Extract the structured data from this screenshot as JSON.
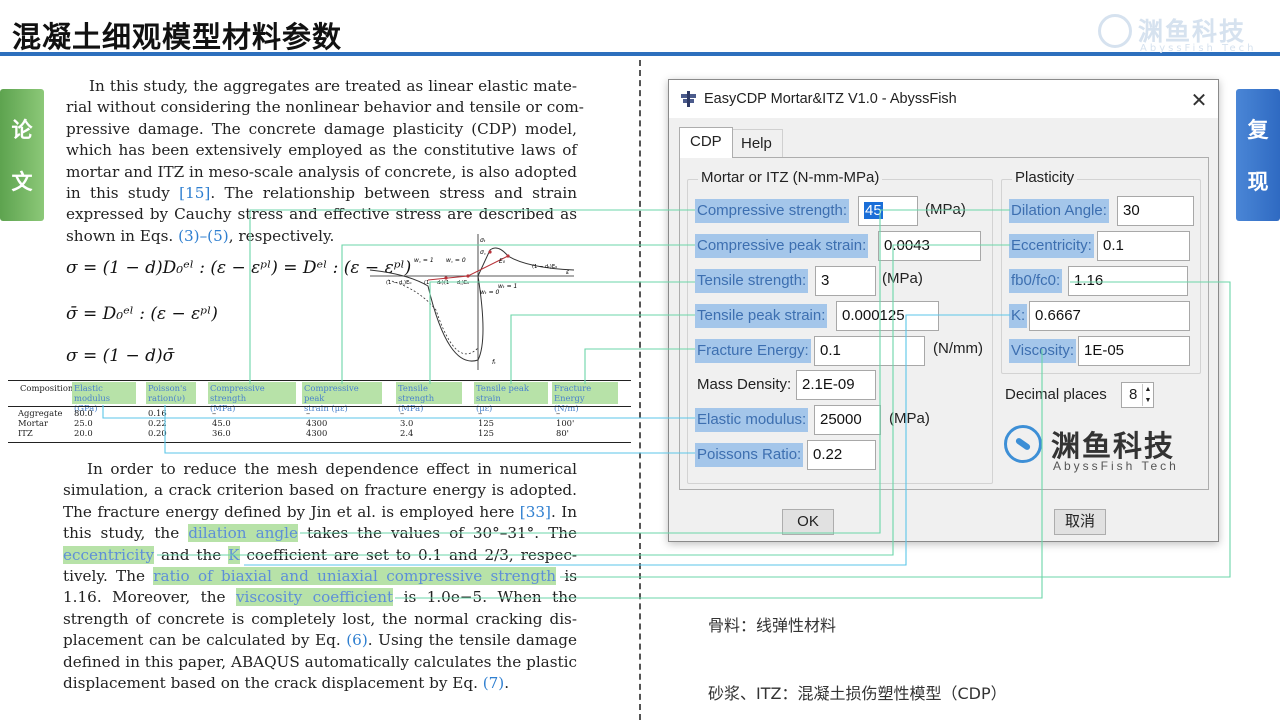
{
  "header": {
    "title": "混凝土细观模型材料参数",
    "brand_name": "渊鱼科技",
    "brand_sub": "AbyssFish Tech"
  },
  "side_tabs": {
    "left": [
      "论",
      "文"
    ],
    "right": [
      "复",
      "现"
    ]
  },
  "paper": {
    "para1": [
      "In this study, the aggregates are treated as linear elastic mate-",
      "rial without considering the nonlinear behavior and tensile or com-",
      "pressive damage. The concrete damage plasticity (CDP) model,",
      "which has been extensively employed as the constitutive laws of",
      "mortar and ITZ in meso-scale analysis of concrete, is also adopted",
      [
        "in this study ",
        "[15]",
        ". The relationship between stress and strain"
      ],
      "expressed by Cauchy stress and effective stress are described as",
      [
        "shown in Eqs. ",
        "(3)–(5)",
        ", respectively."
      ]
    ],
    "eq1": "σ = (1 − d)D₀ᵉˡ : (ε − εᵖˡ) = Dᵉˡ : (ε − εᵖˡ)",
    "eq2": "σ̄ = D₀ᵉˡ : (ε − εᵖˡ)",
    "eq3": "σ = (1 − d)σ̄",
    "para2": {
      "l1": "In order to reduce the mesh dependence effect in numerical",
      "l2": "simulation, a crack criterion based on fracture energy is adopted.",
      "l3a": "The fracture energy defined by Jin et al. is employed here ",
      "l3b": "[33]",
      "l3c": ". In",
      "l4a": "this study, the ",
      "l4b": "dilation angle",
      "l4c": " takes the values of 30°–31°. The",
      "l5a": "eccentricity",
      "l5b": " and the ",
      "l5c": "K",
      "l5d": " coefficient are set to 0.1 and 2/3, respec-",
      "l6a": "tively. The ",
      "l6b": "ratio of biaxial and uniaxial compressive strength",
      "l6c": " is",
      "l7a": "1.16. Moreover, the ",
      "l7b": "viscosity coefficient",
      "l7c": " is 1.0e−5. When the",
      "l8": "strength of concrete is completely lost, the normal cracking dis-",
      "l9a": "placement can be calculated by Eq. ",
      "l9b": "(6)",
      "l9c": ". Using the tensile damage",
      "l10": "defined in this paper, ABAQUS automatically calculates the plastic",
      "l11a": "displacement based on the crack displacement by Eq. ",
      "l11b": "(7)",
      "l11c": "."
    },
    "figure": {
      "wc1": "w꜀ = 1",
      "wc0": "w꜀ = 0",
      "wt0": "wₜ = 0",
      "wt1": "wₜ = 1",
      "e0": "E₀",
      "sigma_t": "σₜ",
      "sigma_c": "σ꜀",
      "eps": "ε",
      "f_t": "fₜ",
      "lbl_a": "(1 − d꜀)E₀",
      "lbl_b": "(1 − dₜ)(1 − d꜀)E₀",
      "lbl_c": "(1 − dₜ)E₀"
    }
  },
  "table": {
    "headers": [
      "Composition",
      "Elastic modulus (GPa)",
      "Poisson's ration(ν)",
      "Compressive strength (MPa)",
      "Compressive peak strain (με)",
      "Tensile strength (MPa)",
      "Tensile peak strain (με)",
      "Fracture Energy (N/m)"
    ],
    "header_lines": [
      [
        "Composition",
        ""
      ],
      [
        "Elastic modulus",
        "(GPa)"
      ],
      [
        "Poisson's",
        "ration(ν)"
      ],
      [
        "Compressive strength",
        "(MPa)"
      ],
      [
        "Compressive peak",
        "strain (με)"
      ],
      [
        "Tensile strength",
        "(MPa)"
      ],
      [
        "Tensile peak strain",
        "(με)"
      ],
      [
        "Fracture Energy",
        "(N/m)"
      ]
    ],
    "rows": [
      [
        "Aggregate",
        "80.0",
        "0.16",
        "–",
        "–",
        "–",
        "–",
        "–"
      ],
      [
        "Mortar",
        "25.0",
        "0.22",
        "45.0",
        "4300",
        "3.0",
        "125",
        "100'"
      ],
      [
        "ITZ",
        "20.0",
        "0.20",
        "36.0",
        "4300",
        "2.4",
        "125",
        "80'"
      ]
    ]
  },
  "dialog": {
    "title": "EasyCDP Mortar&ITZ V1.0 - AbyssFish",
    "close": "✕",
    "tabs": [
      "CDP",
      "Help"
    ],
    "group_left": "Mortar or ITZ (N-mm-MPa)",
    "group_right": "Plasticity",
    "fields_left": [
      {
        "label": "Compressive strength:",
        "value": "45",
        "unit": "(MPa)",
        "selected": true
      },
      {
        "label": "Compressive peak strain:",
        "value": "0.0043",
        "unit": "",
        "selected": true
      },
      {
        "label": "Tensile strength:",
        "value": "3",
        "unit": "(MPa)",
        "selected": true
      },
      {
        "label": "Tensile peak strain:",
        "value": "0.000125",
        "unit": "",
        "selected": true
      },
      {
        "label": "Fracture Energy:",
        "value": "0.1",
        "unit": "(N/mm)",
        "selected": true
      },
      {
        "label": "Mass Density:",
        "value": "2.1E-09",
        "unit": "",
        "selected": false
      },
      {
        "label": "Elastic modulus:",
        "value": "25000",
        "unit": "(MPa)",
        "selected": true
      },
      {
        "label": "Poissons Ratio:",
        "value": "0.22",
        "unit": "",
        "selected": true
      }
    ],
    "fields_right": [
      {
        "label": "Dilation Angle:",
        "value": "30"
      },
      {
        "label": "Eccentricity:",
        "value": "0.1"
      },
      {
        "label": "fb0/fc0:",
        "value": "1.16"
      },
      {
        "label": "K:",
        "value": "0.6667"
      },
      {
        "label": "Viscosity:",
        "value": "1E-05"
      }
    ],
    "decimal_label": "Decimal places",
    "decimal_value": "8",
    "spin_up": "▲",
    "spin_down": "▼",
    "ok": "OK",
    "cancel": "取消",
    "brand_name": "渊鱼科技",
    "brand_sub": "AbyssFish Tech"
  },
  "notes": {
    "aggregate": "骨料：线弹性材料",
    "mortar": "砂浆、ITZ：混凝土损伤塑性模型（CDP）"
  },
  "colors": {
    "accent_blue": "#2d6fbd",
    "highlight_green": "#b7e2a8",
    "connector_cyan": "#5bc6e8",
    "connector_green": "#6bd6a8",
    "dialog_selection": "#a4c6ea"
  }
}
